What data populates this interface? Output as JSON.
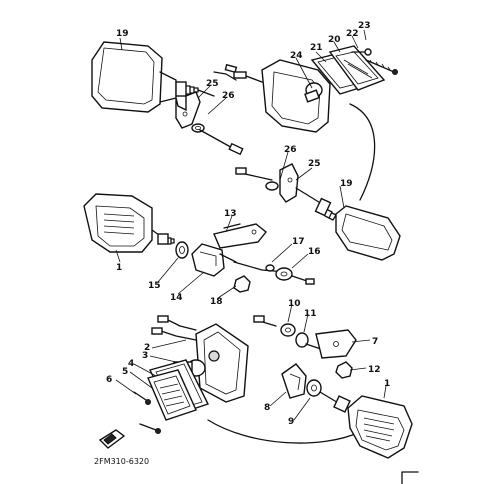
{
  "diagram": {
    "figure_code": "2FM310-6320",
    "corner_mark": "Γ",
    "part_labels": {
      "p1a": "1",
      "p1b": "1",
      "p2": "2",
      "p3": "3",
      "p4": "4",
      "p5": "5",
      "p6": "6",
      "p7": "7",
      "p8": "8",
      "p9": "9",
      "p10": "10",
      "p11": "11",
      "p12": "12",
      "p13": "13",
      "p14": "14",
      "p15": "15",
      "p16": "16",
      "p17": "17",
      "p18": "18",
      "p19a": "19",
      "p19b": "19",
      "p20": "20",
      "p21": "21",
      "p22": "22",
      "p23": "23",
      "p24": "24",
      "p25a": "25",
      "p25b": "25",
      "p26a": "26",
      "p26b": "26"
    }
  }
}
